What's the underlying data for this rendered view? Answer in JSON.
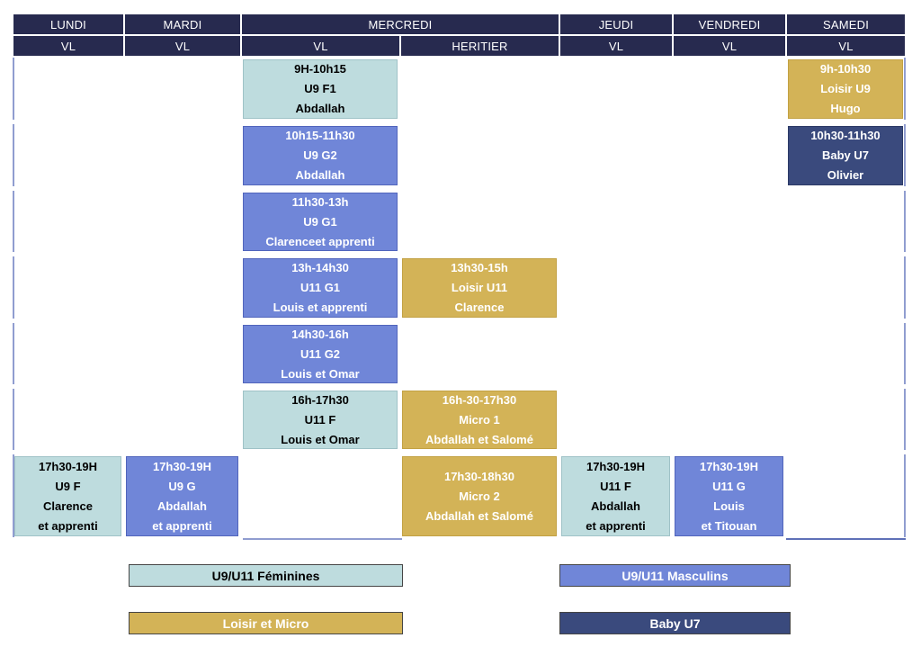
{
  "palette": {
    "header_bg": "#272A4F",
    "header_text": "#FFFFFF",
    "feminines": "#BEDCDE",
    "feminines_border": "#9FC2C7",
    "masculins": "#7086D8",
    "masculins_border": "#5165BC",
    "loisir": "#D3B357",
    "loisir_border": "#C2A143",
    "baby": "#3A4A7D",
    "baby_border": "#2C3A66",
    "edge_line": "#909DD0",
    "edge_line_dark": "#5F71B8",
    "text_dark": "#000000",
    "text_light": "#FFFFFF"
  },
  "header": {
    "days": [
      {
        "label": "LUNDI"
      },
      {
        "label": "MARDI"
      },
      {
        "label": "MERCREDI"
      },
      {
        "label": "JEUDI"
      },
      {
        "label": "VENDREDI"
      },
      {
        "label": "SAMEDI"
      }
    ],
    "venues": [
      "VL",
      "VL",
      "VL",
      "HERITIER",
      "VL",
      "VL",
      "VL"
    ]
  },
  "schedule": {
    "events": [
      {
        "day": "Mercredi",
        "venue": "VL",
        "col": 3,
        "row": 1,
        "category": "feminines",
        "lines": [
          "9H-10h15",
          "U9 F1",
          "Abdallah"
        ]
      },
      {
        "day": "Samedi",
        "venue": "VL",
        "col": 7,
        "row": 1,
        "category": "loisir",
        "lines": [
          "9h-10h30",
          "Loisir U9",
          "Hugo"
        ]
      },
      {
        "day": "Mercredi",
        "venue": "VL",
        "col": 3,
        "row": 2,
        "category": "masculins",
        "lines": [
          "10h15-11h30",
          "U9 G2",
          "Abdallah"
        ]
      },
      {
        "day": "Samedi",
        "venue": "VL",
        "col": 7,
        "row": 2,
        "category": "baby",
        "lines": [
          "10h30-11h30",
          "Baby U7",
          "Olivier"
        ]
      },
      {
        "day": "Mercredi",
        "venue": "VL",
        "col": 3,
        "row": 3,
        "category": "masculins",
        "lines": [
          "11h30-13h",
          "U9 G1",
          "Clarenceet apprenti"
        ]
      },
      {
        "day": "Mercredi",
        "venue": "VL",
        "col": 3,
        "row": 4,
        "category": "masculins",
        "lines": [
          "13h-14h30",
          "U11 G1",
          "Louis et apprenti"
        ]
      },
      {
        "day": "Mercredi",
        "venue": "HERITIER",
        "col": 4,
        "row": 4,
        "category": "loisir",
        "lines": [
          "13h30-15h",
          "Loisir U11",
          "Clarence"
        ]
      },
      {
        "day": "Mercredi",
        "venue": "VL",
        "col": 3,
        "row": 5,
        "category": "masculins",
        "lines": [
          "14h30-16h",
          "U11 G2",
          "Louis et Omar"
        ]
      },
      {
        "day": "Mercredi",
        "venue": "VL",
        "col": 3,
        "row": 6,
        "category": "feminines",
        "lines": [
          "16h-17h30",
          "U11 F",
          "Louis et Omar"
        ]
      },
      {
        "day": "Mercredi",
        "venue": "HERITIER",
        "col": 4,
        "row": 6,
        "category": "loisir",
        "lines": [
          "16h-30-17h30",
          "Micro 1",
          "Abdallah et Salomé"
        ]
      },
      {
        "day": "Lundi",
        "venue": "VL",
        "col": 1,
        "row": 7,
        "category": "feminines",
        "lines": [
          "17h30-19H",
          "U9 F",
          "Clarence",
          "et apprenti"
        ]
      },
      {
        "day": "Mardi",
        "venue": "VL",
        "col": 2,
        "row": 7,
        "category": "masculins",
        "lines": [
          "17h30-19H",
          "U9 G",
          "Abdallah",
          "et apprenti"
        ]
      },
      {
        "day": "Mercredi",
        "venue": "HERITIER",
        "col": 4,
        "row": 7,
        "category": "loisir",
        "lines": [
          "17h30-18h30",
          "Micro 2",
          "Abdallah et Salomé"
        ]
      },
      {
        "day": "Jeudi",
        "venue": "VL",
        "col": 5,
        "row": 7,
        "category": "feminines",
        "lines": [
          "17h30-19H",
          "U11 F",
          "Abdallah",
          "et apprenti"
        ]
      },
      {
        "day": "Vendredi",
        "venue": "VL",
        "col": 6,
        "row": 7,
        "category": "masculins",
        "lines": [
          "17h30-19H",
          "U11 G",
          "Louis",
          "et Titouan"
        ]
      }
    ]
  },
  "legend": {
    "items": [
      {
        "label": "U9/U11 Féminines",
        "category": "feminines"
      },
      {
        "label": "U9/U11 Masculins",
        "category": "masculins"
      },
      {
        "label": "Loisir et Micro",
        "category": "loisir"
      },
      {
        "label": "Baby U7",
        "category": "baby"
      }
    ]
  }
}
